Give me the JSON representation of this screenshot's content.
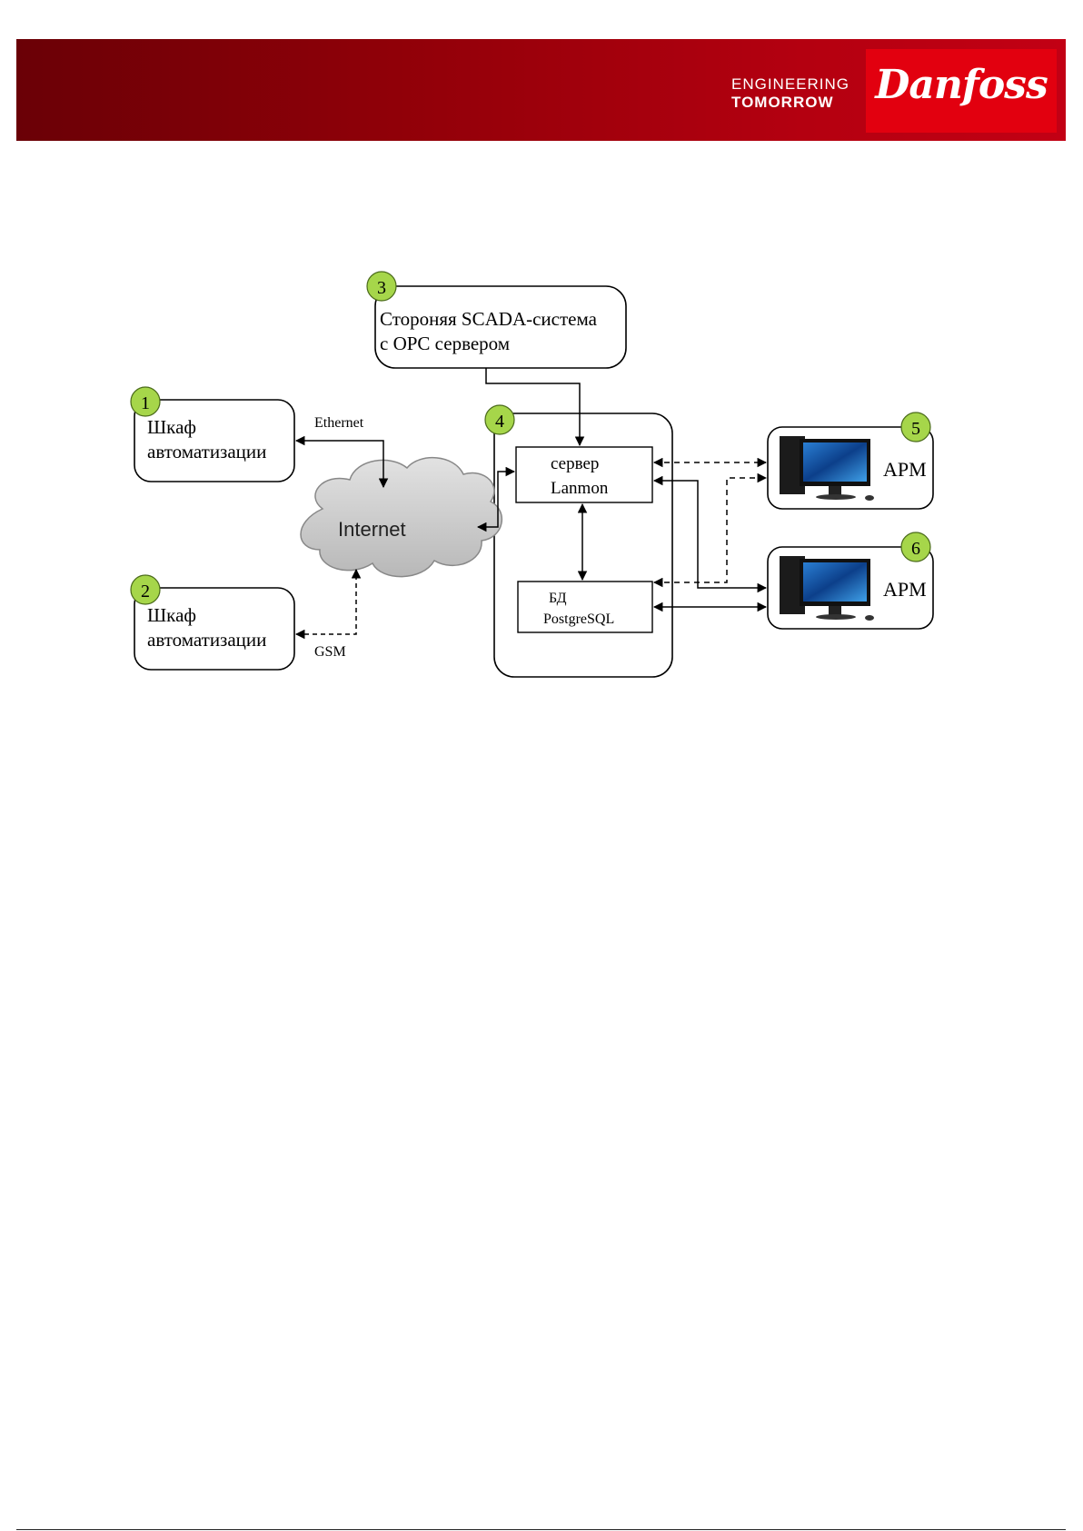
{
  "header": {
    "tagline_line1": "ENGINEERING",
    "tagline_line2": "TOMORROW",
    "logo": "Danfoss",
    "brand_color": "#e2000f"
  },
  "diagram": {
    "nodes": {
      "cabinet1": {
        "number": "1",
        "line1": "Шкаф",
        "line2": "автоматизации"
      },
      "cabinet2": {
        "number": "2",
        "line1": "Шкаф",
        "line2": "автоматизации"
      },
      "scada": {
        "number": "3",
        "line1": "Стороняя SCADA-система",
        "line2": "с OPC сервером"
      },
      "server_group": {
        "number": "4"
      },
      "server": {
        "line1": "сервер",
        "line2": "Lanmon"
      },
      "db": {
        "line1": "БД",
        "line2": "PostgreSQL"
      },
      "internet": {
        "label": "Internet"
      },
      "arm1": {
        "number": "5",
        "label": "АРМ"
      },
      "arm2": {
        "number": "6",
        "label": "АРМ"
      }
    },
    "links": {
      "ethernet": "Ethernet",
      "gsm": "GSM"
    },
    "badge_color": "#a6d64a"
  }
}
